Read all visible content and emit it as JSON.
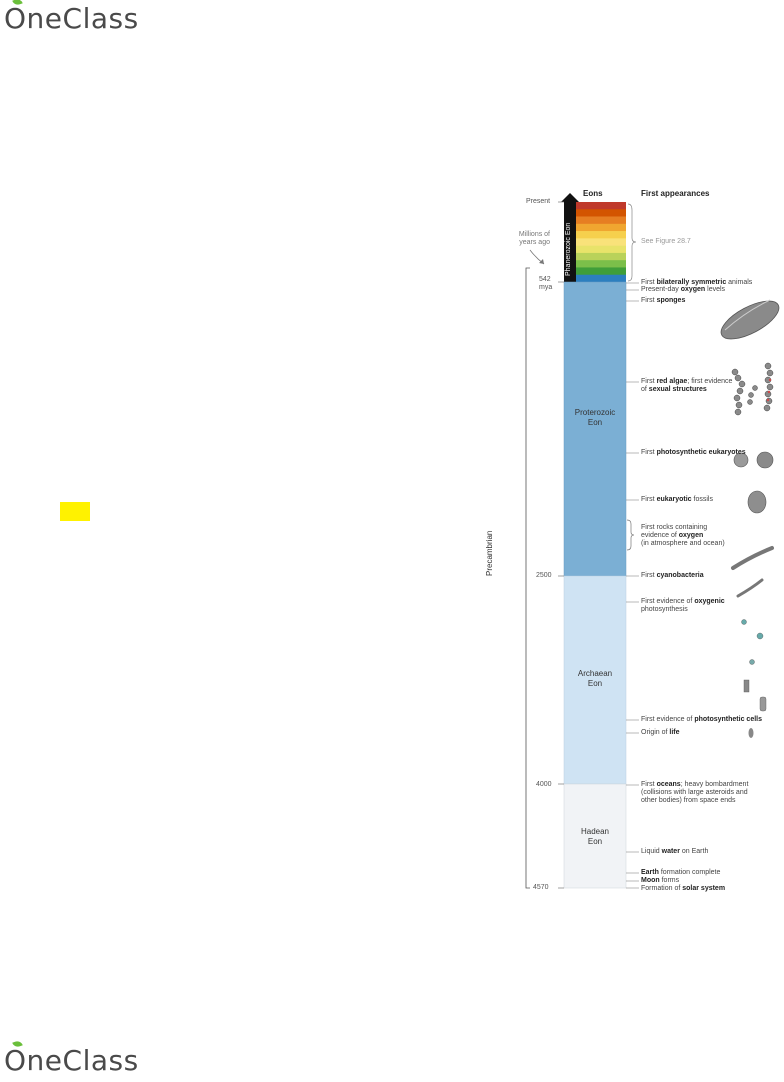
{
  "brand": {
    "name_prefix": "O",
    "name_rest": "neClass"
  },
  "figure": {
    "col_eons": "Eons",
    "col_first": "First appearances",
    "present_label": "Present",
    "mya_note": "Millions of years ago",
    "see_figure": "See Figure 28.7",
    "precambrian": "Precambrian",
    "ticks": {
      "t542": "542",
      "mya": "mya",
      "t2500": "2500",
      "t4000": "4000",
      "t4570": "4570"
    },
    "eons": {
      "phanerozoic": "Phanerozoic Eon",
      "proterozoic_1": "Proterozoic",
      "proterozoic_2": "Eon",
      "archaean_1": "Archaean",
      "archaean_2": "Eon",
      "hadean_1": "Hadean",
      "hadean_2": "Eon"
    },
    "appearances": [
      {
        "pre": "First ",
        "bold": "bilaterally symmetric",
        "post": " animals"
      },
      {
        "pre": "Present-day ",
        "bold": "oxygen",
        "post": " levels"
      },
      {
        "pre": "First ",
        "bold": "sponges",
        "post": ""
      },
      {
        "pre": "First ",
        "bold": "red algae",
        "post": "; first evidence"
      },
      {
        "pre": "of ",
        "bold": "sexual structures",
        "post": ""
      },
      {
        "pre": "First ",
        "bold": "photosynthetic eukaryotes",
        "post": ""
      },
      {
        "pre": "First ",
        "bold": "eukaryotic",
        "post": " fossils"
      },
      {
        "pre": "First rocks containing",
        "bold": "",
        "post": ""
      },
      {
        "pre": "evidence of ",
        "bold": "oxygen",
        "post": ""
      },
      {
        "pre": "(in atmosphere and ocean)",
        "bold": "",
        "post": ""
      },
      {
        "pre": "First ",
        "bold": "cyanobacteria",
        "post": ""
      },
      {
        "pre": "First evidence of ",
        "bold": "oxygenic",
        "post": ""
      },
      {
        "pre": "photosynthesis",
        "bold": "",
        "post": ""
      },
      {
        "pre": "First evidence of ",
        "bold": "photosynthetic cells",
        "post": ""
      },
      {
        "pre": "Origin of ",
        "bold": "life",
        "post": ""
      },
      {
        "pre": "First ",
        "bold": "oceans",
        "post": "; heavy bombardment"
      },
      {
        "pre": "(collisions with large asteroids and",
        "bold": "",
        "post": ""
      },
      {
        "pre": "other bodies) from space ends",
        "bold": "",
        "post": ""
      },
      {
        "pre": "Liquid ",
        "bold": "water",
        "post": " on Earth"
      },
      {
        "pre": "",
        "bold": "Earth",
        "post": " formation complete"
      },
      {
        "pre": "",
        "bold": "Moon",
        "post": " forms"
      },
      {
        "pre": "Formation of ",
        "bold": "solar system",
        "post": ""
      }
    ],
    "colors": {
      "proterozoic": "#7bafd4",
      "archaean": "#cfe3f3",
      "hadean": "#f1f3f6",
      "phanerozoic_bands": [
        "#c0392b",
        "#d35400",
        "#e67e22",
        "#f0a630",
        "#f6d04d",
        "#f9e27a",
        "#e8e36a",
        "#b9d25a",
        "#7bbf4a",
        "#3f9e3a",
        "#2c7fbf"
      ]
    }
  }
}
